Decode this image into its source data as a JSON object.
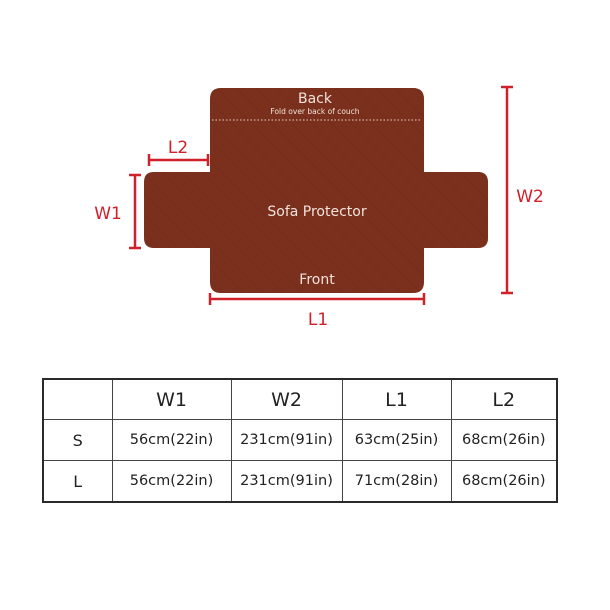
{
  "diagram": {
    "labels": {
      "back": "Back",
      "fold_note": "Fold over back of couch",
      "center": "Sofa Protector",
      "front": "Front"
    },
    "dimensions": {
      "w1": "W1",
      "w2": "W2",
      "l1": "L1",
      "l2": "L2"
    },
    "colors": {
      "sofa": "#7a301d",
      "dimension_lines": "#d0202a"
    }
  },
  "size_table": {
    "headers": [
      "",
      "W1",
      "W2",
      "L1",
      "L2"
    ],
    "rows": [
      {
        "size": "S",
        "w1": "56cm(22in)",
        "w2": "231cm(91in)",
        "l1": "63cm(25in)",
        "l2": "68cm(26in)"
      },
      {
        "size": "L",
        "w1": "56cm(22in)",
        "w2": "231cm(91in)",
        "l1": "71cm(28in)",
        "l2": "68cm(26in)"
      }
    ]
  }
}
